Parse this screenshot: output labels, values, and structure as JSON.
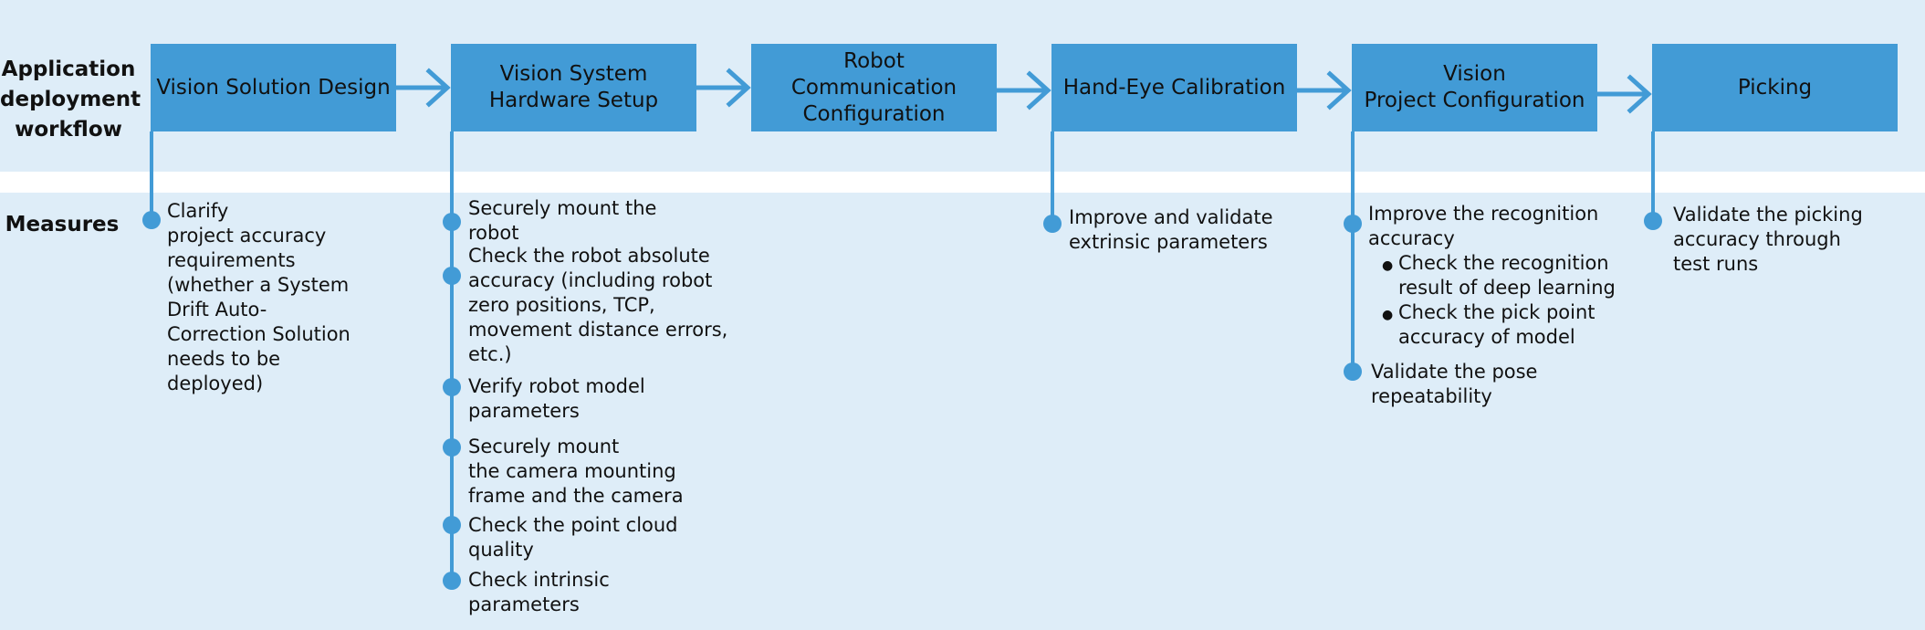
{
  "row_labels": {
    "workflow": "Application\ndeployment\nworkflow",
    "measures": "Measures"
  },
  "stages": [
    {
      "label": "Vision Solution Design"
    },
    {
      "label": "Vision System\nHardware Setup"
    },
    {
      "label": "Robot\nCommunication\nConfiguration"
    },
    {
      "label": "Hand-Eye Calibration"
    },
    {
      "label": "Vision\nProject Configuration"
    },
    {
      "label": "Picking"
    }
  ],
  "measures": {
    "design": [
      "Clarify\nproject accuracy\nrequirements\n (whether a System\nDrift Auto-\nCorrection Solution\nneeds to be\ndeployed)"
    ],
    "hardware": [
      "Securely mount the\nrobot",
      "Check the robot absolute\naccuracy (including robot\nzero positions, TCP,\nmovement distance errors,\netc.)",
      "Verify robot model\nparameters",
      "Securely mount\nthe camera mounting\nframe and the camera",
      "Check the point cloud\nquality",
      "Check intrinsic\nparameters"
    ],
    "calibration": [
      "Improve and validate\nextrinsic parameters"
    ],
    "project": {
      "main": "Improve the recognition\naccuracy",
      "subs": [
        "Check the recognition\nresult of deep learning",
        "Check the pick point\naccuracy of model"
      ],
      "second": "Validate the pose\nrepeatability"
    },
    "picking": [
      "Validate the picking\naccuracy through\ntest runs"
    ]
  },
  "colors": {
    "accent": "#429bd6",
    "band": "#deedf8"
  }
}
